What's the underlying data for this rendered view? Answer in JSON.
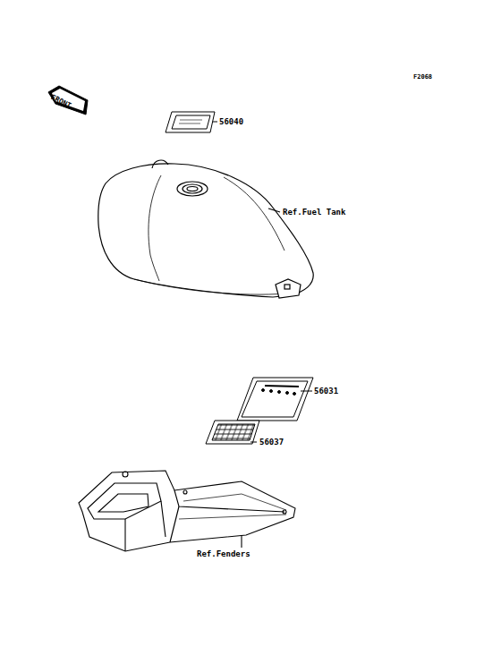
{
  "diagram": {
    "labels": [
      "F2068",
      "FRONT",
      "56040",
      "Ref.Fuel Tank",
      "56031",
      "56037",
      "Ref.Fenders"
    ]
  }
}
